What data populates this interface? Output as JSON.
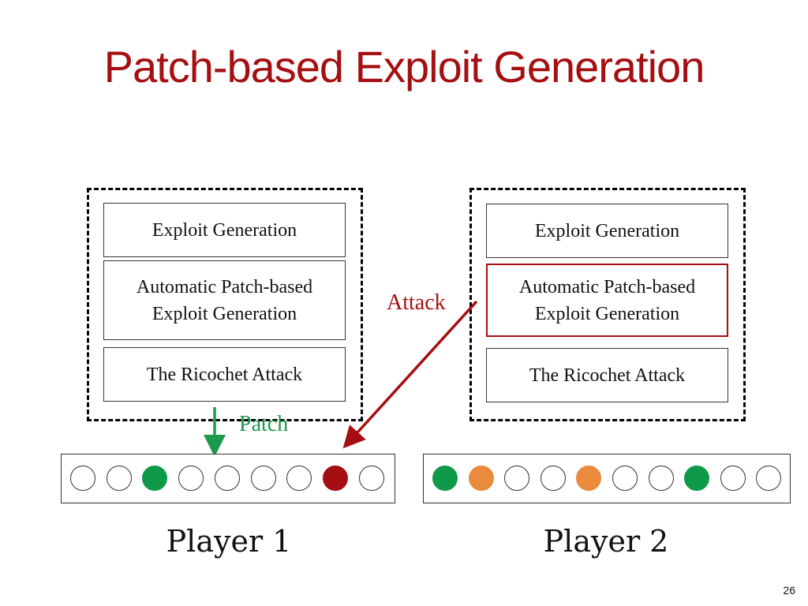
{
  "slide": {
    "title": "Patch-based Exploit Generation",
    "page_number": "26"
  },
  "diagram": {
    "player1_stack": [
      "Exploit Generation",
      "Automatic Patch-based\nExploit Generation",
      "The Ricochet Attack"
    ],
    "player2_stack": [
      "Exploit Generation",
      "Automatic Patch-based\nExploit Generation",
      "The Ricochet Attack"
    ],
    "attack_label": "Attack",
    "patch_label": "Patch",
    "player1_label": "Player 1",
    "player2_label": "Player 2",
    "player1_slots": [
      "empty",
      "empty",
      "green",
      "empty",
      "empty",
      "empty",
      "empty",
      "red",
      "empty"
    ],
    "player2_slots": [
      "green",
      "orange",
      "empty",
      "empty",
      "orange",
      "empty",
      "empty",
      "green",
      "empty",
      "empty"
    ]
  },
  "colors": {
    "title": "#a50f12",
    "attack": "#a50f12",
    "patch": "#1a9a4a",
    "green": "#0f9a4a",
    "red": "#a50f12",
    "orange": "#ea8a3c"
  }
}
